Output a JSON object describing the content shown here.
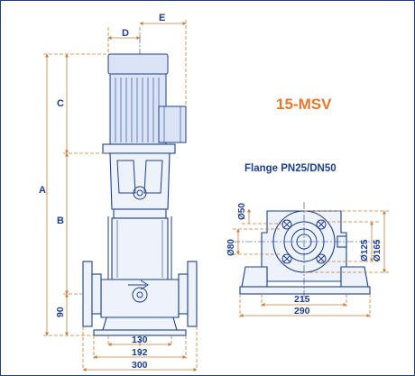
{
  "title": "15-MSV",
  "flange": "Flange PN25/DN50",
  "labels": {
    "a": "A",
    "b": "B",
    "c": "C",
    "d": "D",
    "e": "E",
    "h90": "90",
    "w130": "130",
    "w192": "192",
    "w300": "300",
    "h50": "Ø50",
    "h80": "Ø80",
    "d125": "Ø125",
    "d165": "Ø165",
    "w215": "215",
    "w290": "290"
  },
  "colors": {
    "title": "#e8762d",
    "ink": "#1d3f8e",
    "dimension": "#c97c3a"
  }
}
